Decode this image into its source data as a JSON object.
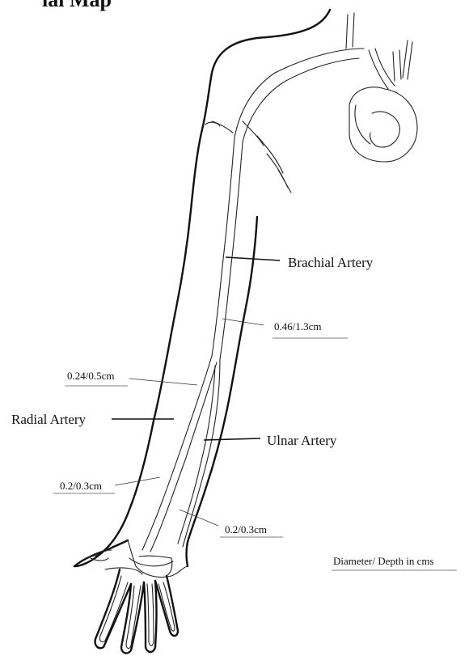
{
  "labels": {
    "brachial": "Brachial Artery",
    "radial": "Radial Artery",
    "ulnar": "Ulnar Artery"
  },
  "measurements": {
    "brachial": "0.46/1.3cm",
    "radial_upper": "0.24/0.5cm",
    "radial_lower": "0.2/0.3cm",
    "ulnar_lower": "0.2/0.3cm"
  },
  "legend": "Diameter/ Depth in cms",
  "top_title_partial": "ial Map"
}
